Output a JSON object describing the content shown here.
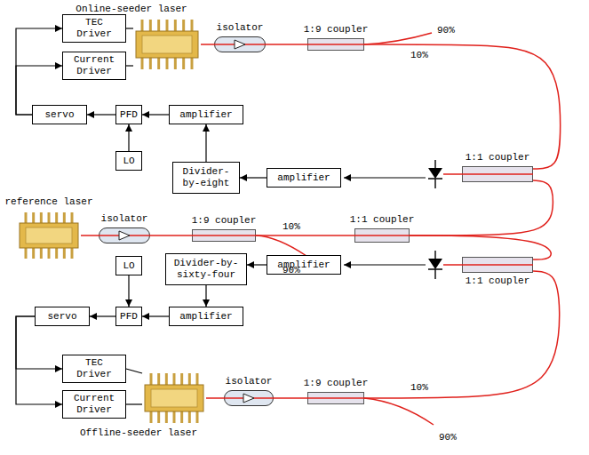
{
  "diagram": {
    "nodes": [
      {
        "text": [
          "Online-seeder laser"
        ]
      },
      {
        "text": [
          "TEC Driver"
        ]
      },
      {
        "text": [
          "Current Driver"
        ]
      },
      {
        "text": [
          "servo"
        ]
      },
      {
        "text": [
          "PFD"
        ]
      },
      {
        "text": [
          "amplifier"
        ]
      },
      {
        "text": [
          "LO"
        ]
      },
      {
        "text": [
          "Divider-by-eight"
        ]
      },
      {
        "text": [
          "isolator"
        ]
      },
      {
        "text": [
          "1:9 coupler"
        ]
      },
      {
        "text": [
          "amplifier"
        ]
      },
      {
        "text": [
          "1:1 coupler"
        ]
      },
      {
        "text": [
          "reference laser"
        ]
      },
      {
        "text": [
          "isolator"
        ]
      },
      {
        "text": [
          "1:9 coupler"
        ]
      },
      {
        "text": [
          "1:1 coupler"
        ]
      },
      {
        "text": [
          "Divider-by-sixty-four"
        ]
      },
      {
        "text": [
          "amplifier"
        ]
      },
      {
        "text": [
          "1:1 coupler"
        ]
      },
      {
        "text": [
          "LO"
        ]
      },
      {
        "text": [
          "PFD"
        ]
      },
      {
        "text": [
          "amplifier"
        ]
      },
      {
        "text": [
          "servo"
        ]
      },
      {
        "text": [
          "TEC Driver"
        ]
      },
      {
        "text": [
          "Current Driver"
        ]
      },
      {
        "text": [
          "Offline-seeder laser"
        ]
      },
      {
        "text": [
          "isolator"
        ]
      },
      {
        "text": [
          "1:9 coupler"
        ]
      }
    ],
    "edges": [
      {
        "from": 3,
        "to": 1,
        "arrow": "to"
      },
      {
        "from": 3,
        "to": 2,
        "arrow": "to"
      },
      {
        "from": 4,
        "to": 3,
        "arrow": "to"
      },
      {
        "from": 6,
        "to": 4,
        "arrow": "to"
      },
      {
        "from": 5,
        "to": 4,
        "arrow": "to"
      },
      {
        "from": 7,
        "to": 5,
        "arrow": "to"
      },
      {
        "from": 10,
        "to": 7,
        "arrow": "to"
      },
      {
        "from": 1,
        "to": 0,
        "arrow": "none"
      },
      {
        "from": 2,
        "to": 0,
        "arrow": "none"
      },
      {
        "from": 0,
        "to": 8,
        "arrow": "none"
      },
      {
        "from": 8,
        "to": 9,
        "arrow": "none"
      },
      {
        "from": 9,
        "to": 11,
        "arrow": "none"
      },
      {
        "from": 12,
        "to": 13,
        "arrow": "none"
      },
      {
        "from": 13,
        "to": 14,
        "arrow": "none"
      },
      {
        "from": 14,
        "to": 15,
        "arrow": "none"
      },
      {
        "from": 15,
        "to": 11,
        "arrow": "none"
      },
      {
        "from": 15,
        "to": 18,
        "arrow": "none"
      },
      {
        "from": 17,
        "to": 16,
        "arrow": "to"
      },
      {
        "from": 16,
        "to": 21,
        "arrow": "to"
      },
      {
        "from": 19,
        "to": 20,
        "arrow": "to"
      },
      {
        "from": 21,
        "to": 20,
        "arrow": "to"
      },
      {
        "from": 20,
        "to": 22,
        "arrow": "to"
      },
      {
        "from": 22,
        "to": 23,
        "arrow": "to"
      },
      {
        "from": 22,
        "to": 24,
        "arrow": "to"
      },
      {
        "from": 23,
        "to": 25,
        "arrow": "none"
      },
      {
        "from": 24,
        "to": 25,
        "arrow": "none"
      },
      {
        "from": 25,
        "to": 26,
        "arrow": "none"
      },
      {
        "from": 26,
        "to": 27,
        "arrow": "none"
      },
      {
        "from": 27,
        "to": 18,
        "arrow": "none"
      }
    ],
    "labels": [
      "90%",
      "10%",
      "10%",
      "90%",
      "10%",
      "90%"
    ]
  }
}
